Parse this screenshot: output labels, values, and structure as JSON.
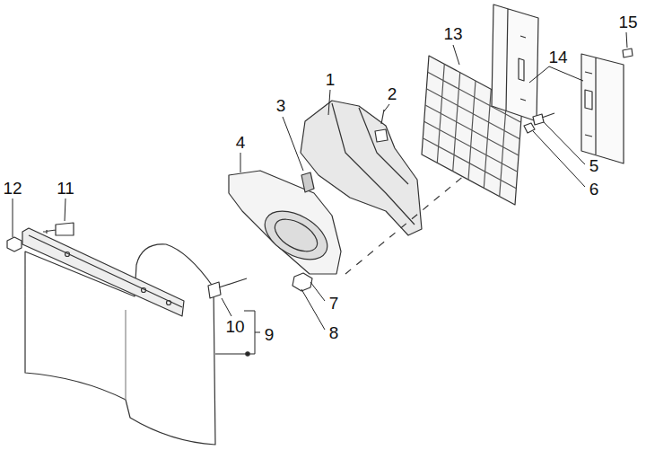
{
  "diagram": {
    "labels": [
      "12",
      "11",
      "4",
      "3",
      "1",
      "2",
      "13",
      "14",
      "15",
      "5",
      "6",
      "7",
      "8",
      "10",
      "9"
    ]
  }
}
